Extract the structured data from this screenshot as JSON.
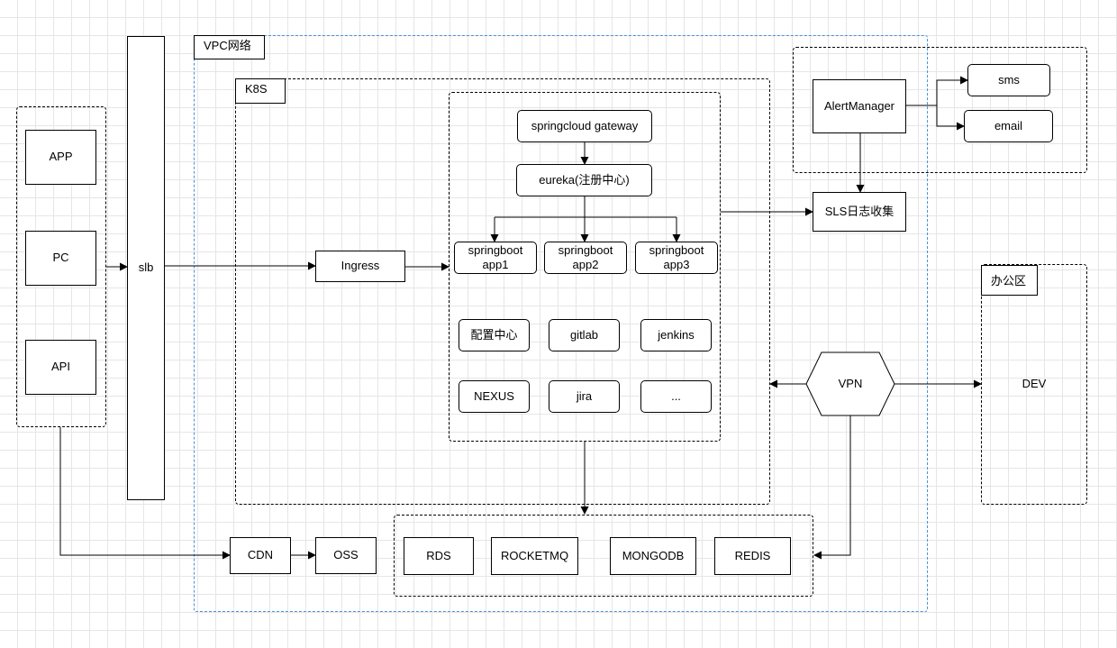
{
  "vpc": {
    "label": "VPC网络"
  },
  "k8s": {
    "label": "K8S"
  },
  "office": {
    "label": "办公区",
    "dev": "DEV"
  },
  "clients": [
    "APP",
    "PC",
    "API"
  ],
  "slb": "slb",
  "ingress": "Ingress",
  "gateway": "springcloud gateway",
  "eureka": "eureka(注册中心)",
  "apps": [
    "springboot\napp1",
    "springboot\napp2",
    "springboot\napp3"
  ],
  "tools": [
    "配置中心",
    "gitlab",
    "jenkins",
    "NEXUS",
    "jira",
    "..."
  ],
  "alerting": {
    "manager": "AlertManager",
    "sms": "sms",
    "email": "email"
  },
  "sls": "SLS日志收集",
  "vpn": "VPN",
  "cdn": "CDN",
  "oss": "OSS",
  "storage": [
    "RDS",
    "ROCKETMQ",
    "MONGODB",
    "REDIS"
  ],
  "colors": {
    "vpc_border": "#4a90d9",
    "grid": "#e6e6e6",
    "line": "#000000"
  }
}
